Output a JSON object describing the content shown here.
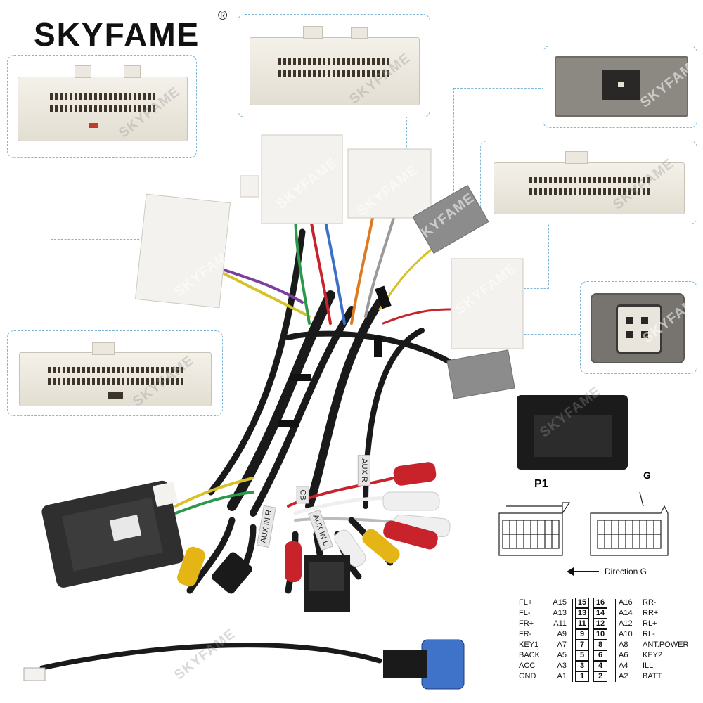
{
  "brand": {
    "name": "SKYFAME",
    "reg_mark": "®"
  },
  "watermark": "SKYFAME",
  "rca_tags": [
    "AUX R",
    "AUX IN R",
    "AUX IN L",
    "CB"
  ],
  "diagram": {
    "p1_label": "P1",
    "g_label": "G",
    "direction": "Direction G",
    "pins": [
      {
        "left_name": "FL+",
        "left_code": "A15",
        "num_l": "15",
        "num_r": "16",
        "right_code": "A16",
        "right_name": "RR-"
      },
      {
        "left_name": "FL-",
        "left_code": "A13",
        "num_l": "13",
        "num_r": "14",
        "right_code": "A14",
        "right_name": "RR+"
      },
      {
        "left_name": "FR+",
        "left_code": "A11",
        "num_l": "11",
        "num_r": "12",
        "right_code": "A12",
        "right_name": "RL+"
      },
      {
        "left_name": "FR-",
        "left_code": "A9",
        "num_l": "9",
        "num_r": "10",
        "right_code": "A10",
        "right_name": "RL-"
      },
      {
        "left_name": "KEY1",
        "left_code": "A7",
        "num_l": "7",
        "num_r": "8",
        "right_code": "A8",
        "right_name": "ANT.POWER"
      },
      {
        "left_name": "BACK",
        "left_code": "A5",
        "num_l": "5",
        "num_r": "6",
        "right_code": "A6",
        "right_name": "KEY2"
      },
      {
        "left_name": "ACC",
        "left_code": "A3",
        "num_l": "3",
        "num_r": "4",
        "right_code": "A4",
        "right_name": "ILL"
      },
      {
        "left_name": "GND",
        "left_code": "A1",
        "num_l": "1",
        "num_r": "2",
        "right_code": "A2",
        "right_name": "BATT"
      }
    ]
  },
  "colors": {
    "rca_red": "#c8222b",
    "rca_white": "#efefef",
    "rca_yellow": "#e4b514",
    "wire_black": "#1a1a1a",
    "connector_grey": "#8c8c8c",
    "connector_white": "#f4f2ee",
    "adapter_blue": "#3f73c9"
  }
}
